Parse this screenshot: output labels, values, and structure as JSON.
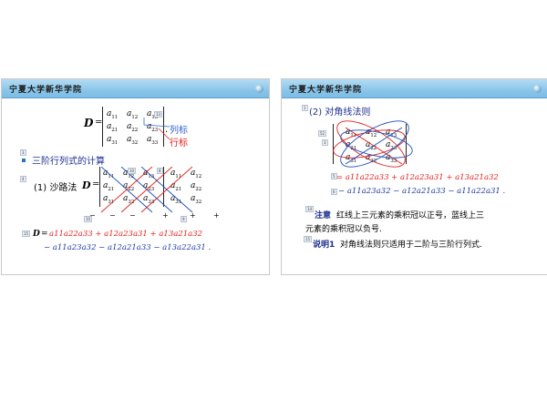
{
  "header": {
    "title": "宁夏大学新华学院"
  },
  "left": {
    "matrix": {
      "D": "D",
      "equals": "=",
      "rows": [
        [
          "a11",
          "a12",
          "a13"
        ],
        [
          "a21",
          "a22",
          "a23"
        ],
        [
          "a31",
          "a32",
          "a33"
        ]
      ],
      "col_label": "列标",
      "row_label": "行标",
      "dot": "."
    },
    "heading": "三阶行列式的计算",
    "method1": "(1) 沙路法",
    "signs_minus": "−",
    "signs_plus": "+",
    "eq_line1_red": "a11a22a33 + a12a23a31 + a13a21a32",
    "eq_line2_blue": "− a11a23a32 − a12a21a33 − a13a22a31 ."
  },
  "right": {
    "heading": "(2) 对角线法则",
    "eq_line1_red": "= a11a22a33 + a12a23a31 + a13a21a32",
    "eq_line2_blue": "− a11a23a32 − a12a21a33 − a11a22a31 .",
    "note_label": "注意",
    "note_text_1": "红线上三元素的乘积冠以正号，蓝线上三",
    "note_text_2": "元素的乘积冠以负号.",
    "remark_label": "说明1",
    "remark_text": "对角线法则只适用于二阶与三阶行列式."
  },
  "colors": {
    "red": "#e0211f",
    "blue": "#1e3c9e",
    "bar": "#89c4e9"
  },
  "icons": {
    "corner": "sphere-bullet-icon",
    "bullet": "square-bullet-icon"
  }
}
